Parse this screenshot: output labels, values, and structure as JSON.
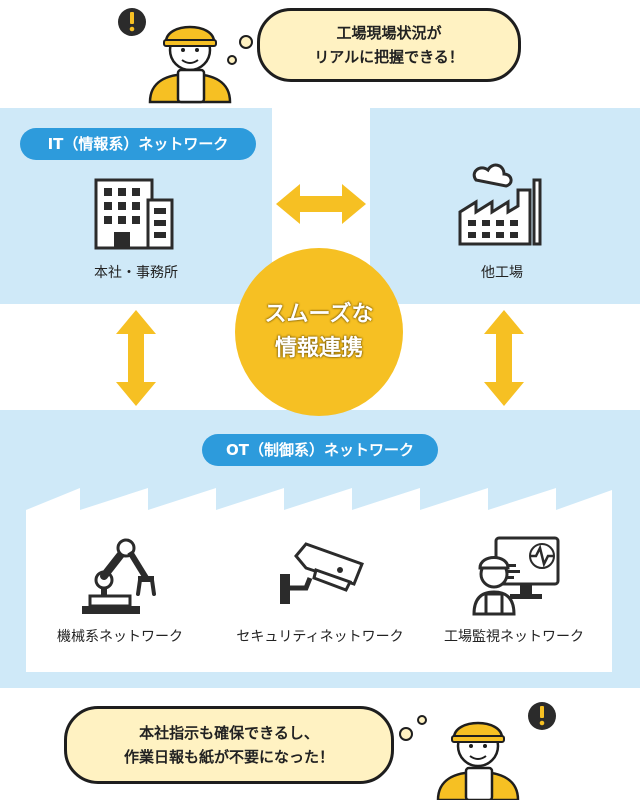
{
  "top_bubble": {
    "line1": "工場現場状況が",
    "line2": "リアルに把握できる！"
  },
  "bottom_bubble": {
    "line1": "本社指示も確保できるし、",
    "line2": "作業日報も紙が不要になった！"
  },
  "it_network": {
    "label": "IT（情報系）ネットワーク",
    "office_label": "本社・事務所",
    "factory_label": "他工場"
  },
  "center": {
    "line1": "スムーズな",
    "line2": "情報連携"
  },
  "ot_network": {
    "label": "OT（制御系）ネットワーク",
    "items": [
      {
        "label": "機械系ネットワーク",
        "icon": "robot-arm-icon"
      },
      {
        "label": "セキュリティネットワーク",
        "icon": "security-camera-icon"
      },
      {
        "label": "工場監視ネットワーク",
        "icon": "monitor-worker-icon"
      }
    ]
  },
  "colors": {
    "panel": "#cfe9f8",
    "pill": "#2d9bdc",
    "accent": "#f6c023",
    "bubble": "#fff2c2"
  }
}
